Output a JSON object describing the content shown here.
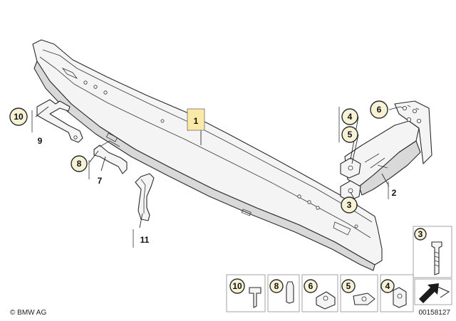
{
  "diagram": {
    "callouts": {
      "p1": "1",
      "p2": "2",
      "p3": "3",
      "p4": "4",
      "p5": "5",
      "p6": "6",
      "p7": "7",
      "p8": "8",
      "p9": "9",
      "p10": "10",
      "p11": "11"
    },
    "legend": {
      "bolt": "3",
      "screw": "10",
      "rivet": "8",
      "clip_nut": "6",
      "plate_nut": "5",
      "cage_nut": "4"
    },
    "colors": {
      "highlight": "#fbe9a6",
      "callout_fill": "#f7f2d6",
      "line": "#2b2b2b"
    }
  },
  "footer": {
    "brand": "© BMW AG",
    "drawing_number": "00158127"
  }
}
